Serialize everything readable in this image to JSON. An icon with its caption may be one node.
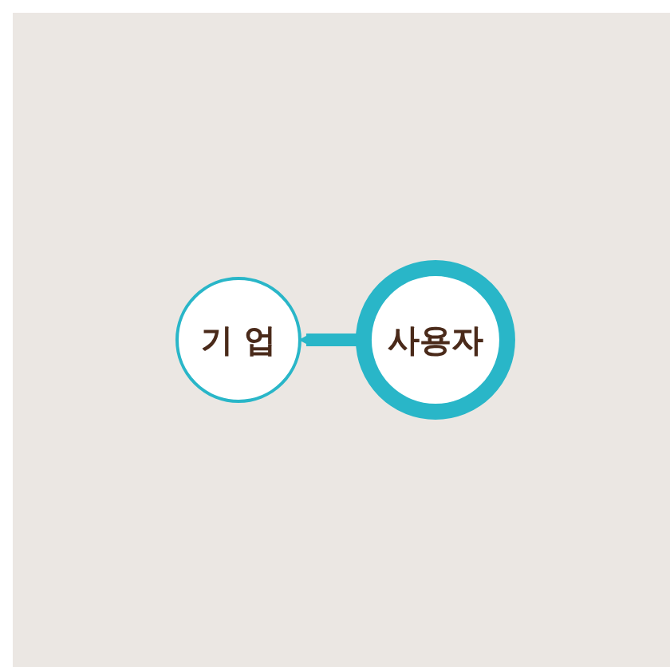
{
  "diagram": {
    "nodes": [
      {
        "text": [
          "기 업"
        ]
      },
      {
        "text": [
          "사용자"
        ]
      }
    ],
    "edges": [
      {
        "from": 1,
        "to": 0,
        "arrow": "to"
      }
    ]
  }
}
